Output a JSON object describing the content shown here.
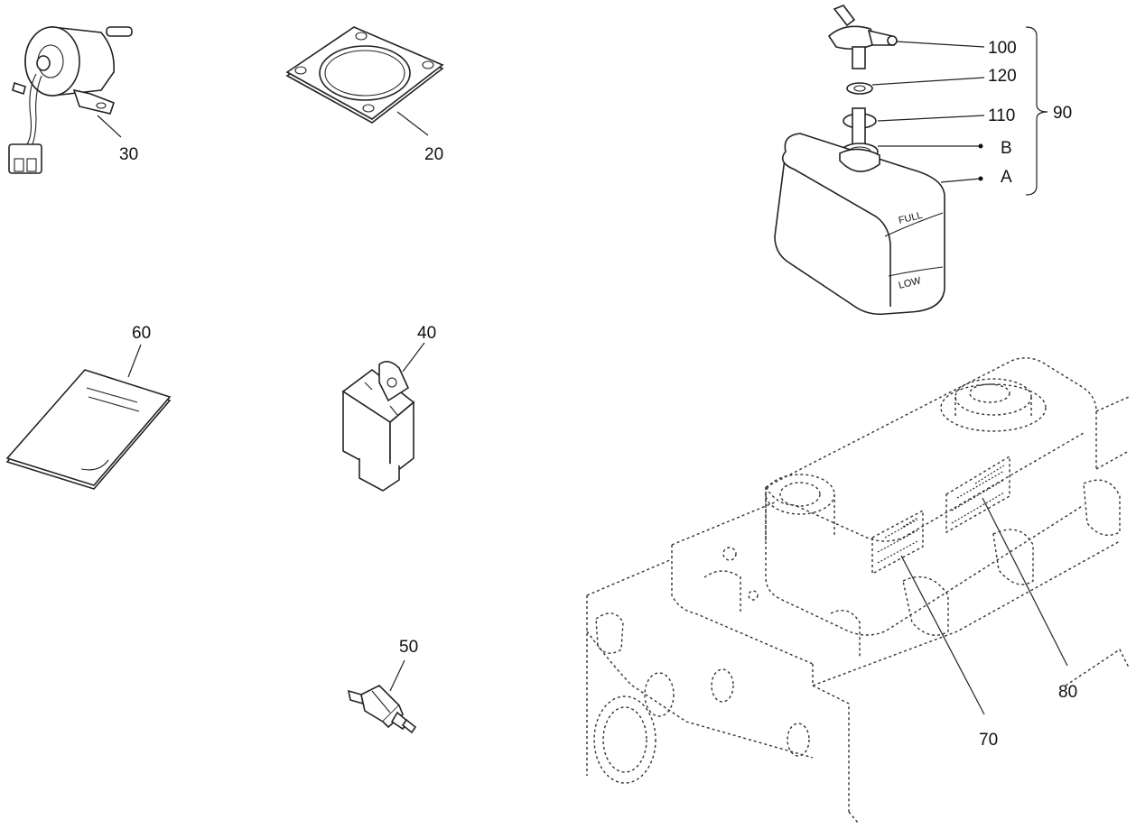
{
  "diagram": {
    "callouts": {
      "c30": "30",
      "c20": "20",
      "c60": "60",
      "c40": "40",
      "c50": "50",
      "c100": "100",
      "c120": "120",
      "c110": "110",
      "c90": "90",
      "cB": "B",
      "cA": "A",
      "c70": "70",
      "c80": "80"
    },
    "tank_marks": {
      "full": "FULL",
      "low": "LOW"
    }
  }
}
